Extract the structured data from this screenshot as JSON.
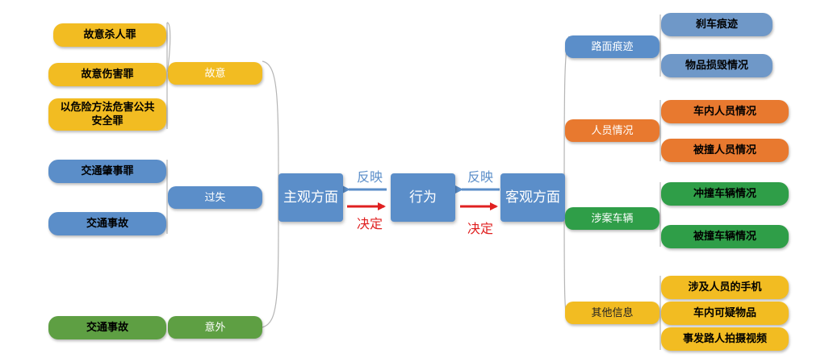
{
  "center": {
    "action": "行为",
    "subjective": "主观方面",
    "objective": "客观方面"
  },
  "edges": {
    "feedback": "反映",
    "determine": "决定"
  },
  "left_groups": [
    {
      "label": "故意",
      "leaves": [
        "故意杀人罪",
        "故意伤害罪",
        "以危险方法危害公共安全罪"
      ]
    },
    {
      "label": "过失",
      "leaves": [
        "交通肇事罪",
        "交通事故"
      ]
    },
    {
      "label": "意外",
      "leaves": [
        "交通事故"
      ]
    }
  ],
  "right_groups": [
    {
      "label": "路面痕迹",
      "leaves": [
        "刹车痕迹",
        "物品损毁情况"
      ]
    },
    {
      "label": "人员情况",
      "leaves": [
        "车内人员情况",
        "被撞人员情况"
      ]
    },
    {
      "label": "涉案车辆",
      "leaves": [
        "冲撞车辆情况",
        "被撞车辆情况"
      ]
    },
    {
      "label": "其他信息",
      "leaves": [
        "涉及人员的手机",
        "车内可疑物品",
        "事发路人拍摄视频"
      ]
    }
  ]
}
